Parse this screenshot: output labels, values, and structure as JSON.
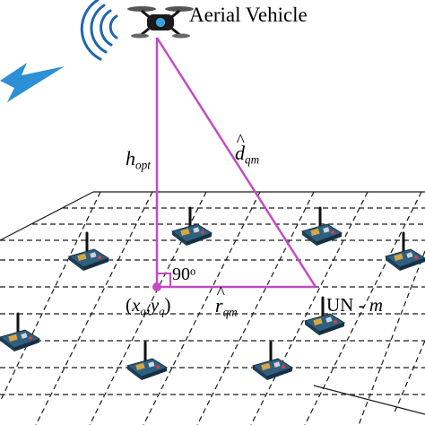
{
  "title": "Aerial Vehicle",
  "labels": {
    "h_base": "h",
    "h_sub": "opt",
    "d_base": "d",
    "d_sub": "qm",
    "angle_num": "90",
    "angle_unit": "o",
    "coord_open": "(",
    "coord_x": "x",
    "coord_xsub": "q",
    "coord_comma": ",",
    "coord_y": "y",
    "coord_ysub": "q",
    "coord_close": ")",
    "r_base": "r",
    "r_sub": "qm",
    "un_prefix": "UN - ",
    "un_m": "m"
  },
  "colors": {
    "triangle": "#c44bc4",
    "signal": "#1f66ae",
    "bolt": "#2d8fd6",
    "grid": "#1a1a1a",
    "board": "#2f5f80",
    "antenna": "#111111"
  },
  "icons": {
    "uav": "drone-icon",
    "signal": "wireless-signal-icon",
    "bolt": "lightning-bolt-icon",
    "node": "sensor-node-icon"
  }
}
